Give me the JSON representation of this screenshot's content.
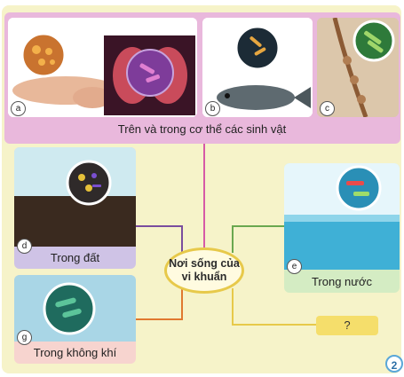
{
  "top_panel": {
    "caption": "Trên và trong cơ thể các sinh vật",
    "photos": [
      {
        "tag": "a"
      },
      {
        "tag": "b"
      },
      {
        "tag": "c"
      }
    ]
  },
  "habitats": {
    "soil": {
      "tag": "d",
      "label": "Trong đất"
    },
    "air": {
      "tag": "g",
      "label": "Trong không khí"
    },
    "water": {
      "tag": "e",
      "label": "Trong nước"
    }
  },
  "center": {
    "line1": "Nơi sống của",
    "line2": "vi khuẩn"
  },
  "unknown": {
    "label": "?"
  },
  "page": {
    "number": "2"
  },
  "colors": {
    "board": "#f6f3c9",
    "top_panel": "#e9b8dc",
    "soil_strip": "#cfc3e6",
    "air_strip": "#f7d4cf",
    "water_strip": "#d4ecc3",
    "question_box": "#f5de6b",
    "line_pink": "#d65aa6",
    "line_purple": "#7a4d9e",
    "line_orange": "#e0782f",
    "line_green": "#6aa84f",
    "line_yellow": "#e7c94a"
  }
}
